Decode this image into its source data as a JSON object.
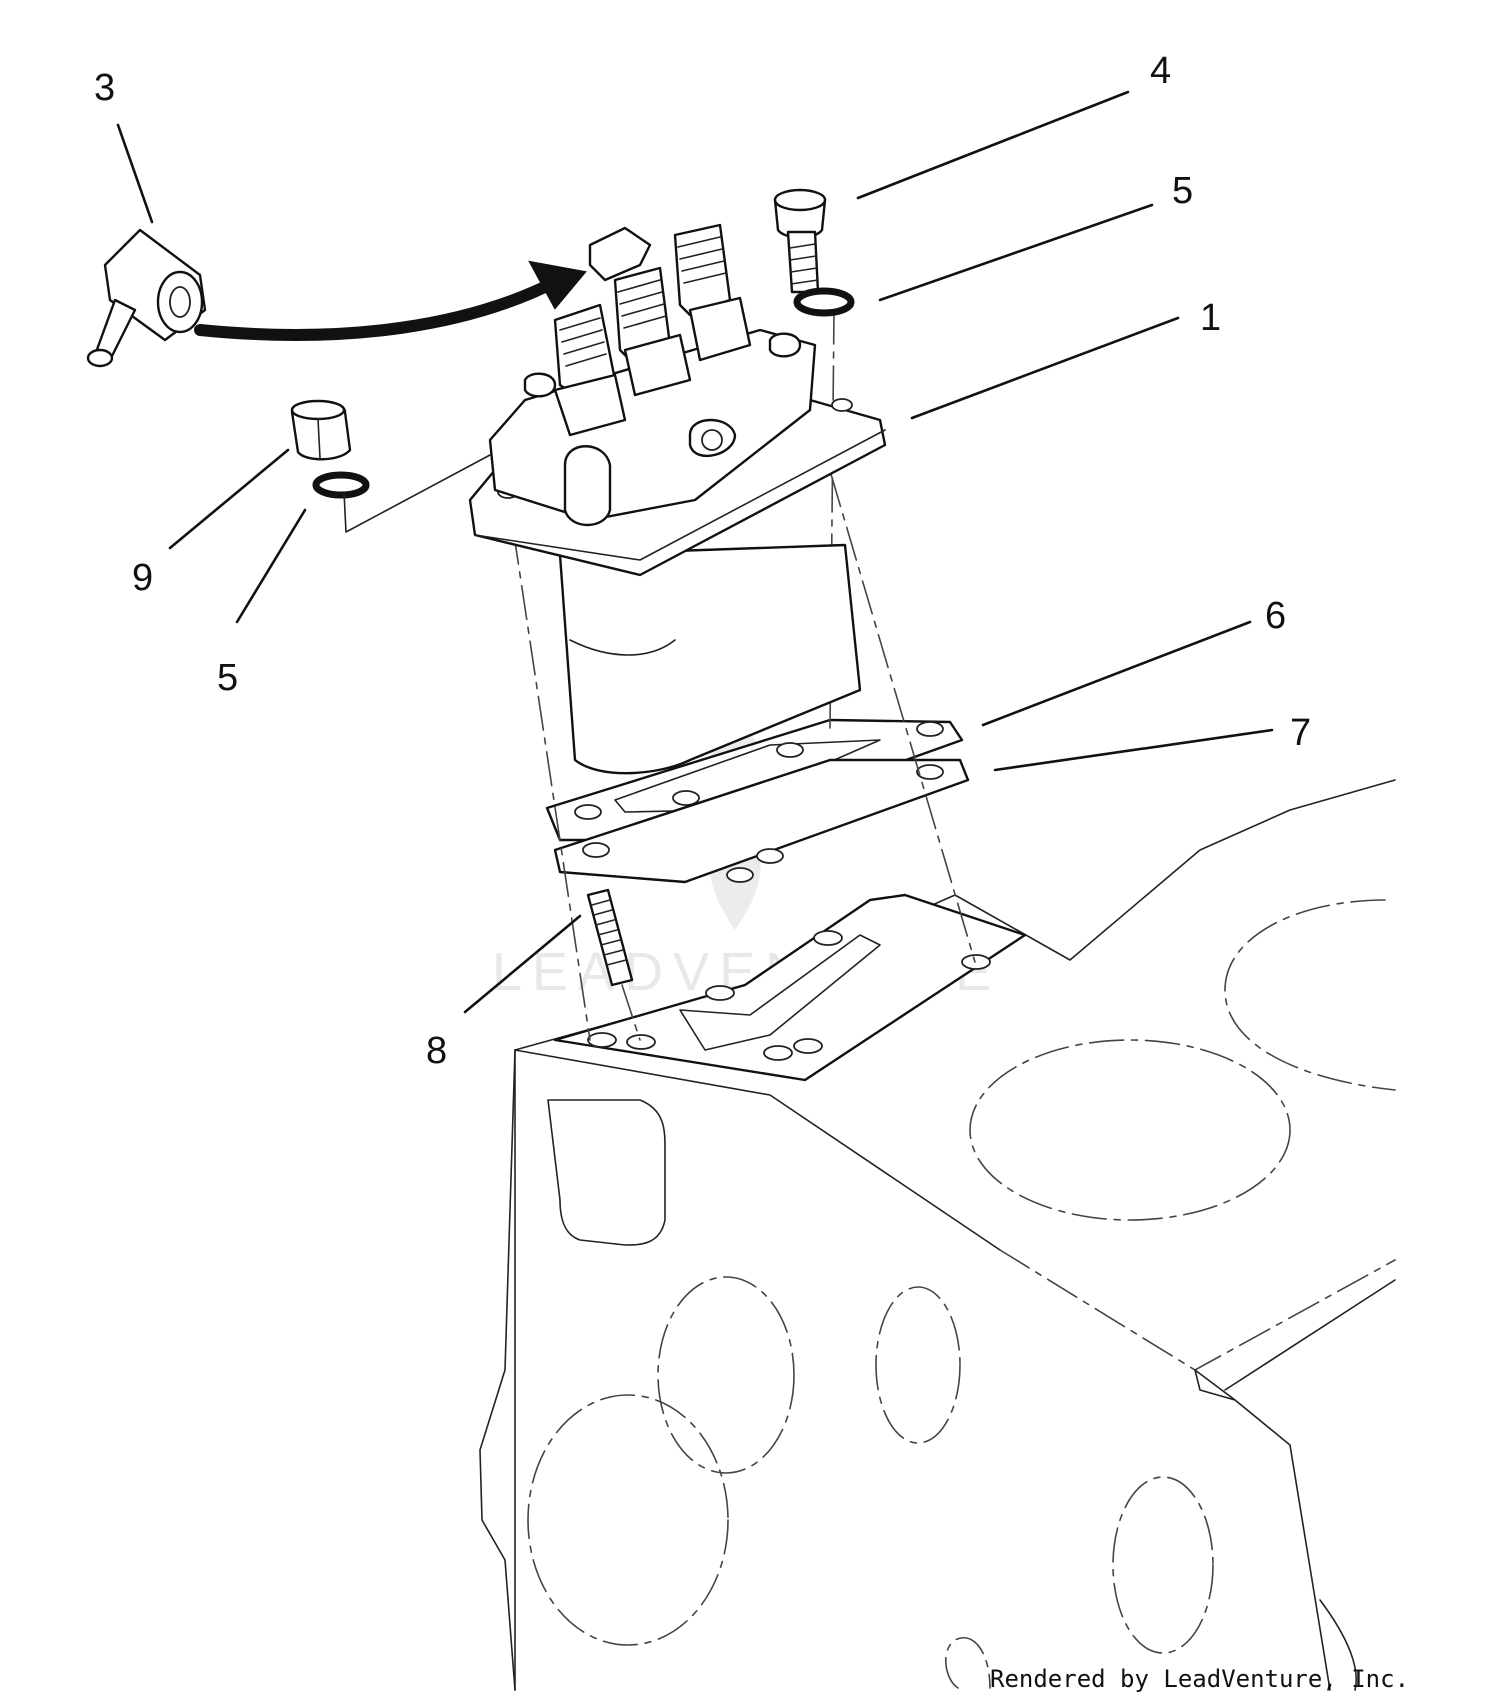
{
  "callouts": [
    {
      "id": "1",
      "label": "1"
    },
    {
      "id": "3",
      "label": "3"
    },
    {
      "id": "4",
      "label": "4"
    },
    {
      "id": "5a",
      "label": "5"
    },
    {
      "id": "5b",
      "label": "5"
    },
    {
      "id": "6",
      "label": "6"
    },
    {
      "id": "7",
      "label": "7"
    },
    {
      "id": "8",
      "label": "8"
    },
    {
      "id": "9",
      "label": "9"
    }
  ],
  "watermark": {
    "text": "LEADVENTURE"
  },
  "credit": {
    "text": "Rendered by LeadVenture, Inc."
  }
}
